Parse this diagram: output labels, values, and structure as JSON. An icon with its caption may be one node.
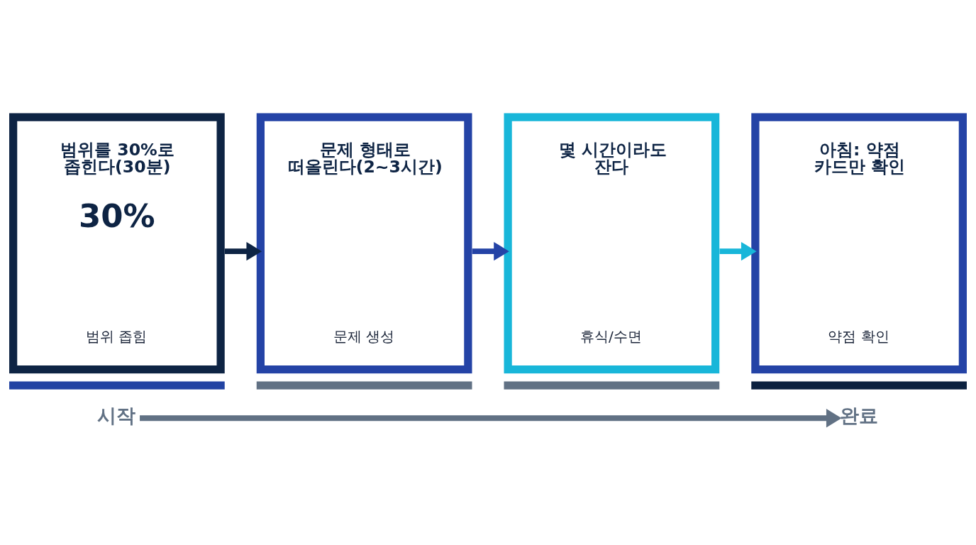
{
  "diagram": {
    "nodes": [
      {
        "text": [
          "범위를 30%로 좁힌다(30분)",
          "30%",
          "범위 좁힘"
        ]
      },
      {
        "text": [
          "문제 형태로 떠올린다(2~3시간)",
          "문제 생성"
        ]
      },
      {
        "text": [
          "몇 시간이라도 잔다",
          "휴식/수면"
        ]
      },
      {
        "text": [
          "아침: 약점 카드만 확인",
          "약점 확인"
        ]
      },
      {
        "text": [
          "시작"
        ]
      },
      {
        "text": [
          "완료"
        ]
      }
    ],
    "edges": [
      {
        "from": 0,
        "to": 1,
        "arrow": "to",
        "color": "#0e2444"
      },
      {
        "from": 1,
        "to": 2,
        "arrow": "to",
        "color": "#2443a6"
      },
      {
        "from": 2,
        "to": 3,
        "arrow": "to",
        "color": "#18b6d9"
      },
      {
        "from": 4,
        "to": 5,
        "arrow": "to",
        "color": "#617184"
      }
    ]
  }
}
